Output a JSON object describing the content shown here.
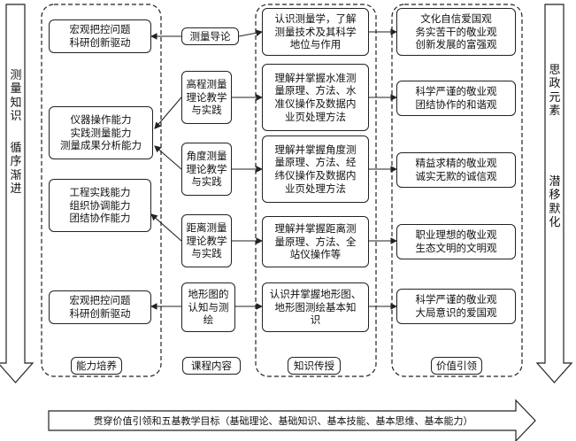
{
  "left_arrow": {
    "top": "测量知识",
    "bottom": "循序渐进"
  },
  "right_arrow": {
    "top": "思政元素",
    "bottom": "潜移默化"
  },
  "bottom_arrow": "贯穿价值引领和五基教学目标（基础理论、基础知识、基本技能、基本思维、基本能力）",
  "columns": {
    "ability": {
      "label": "能力培养",
      "items": [
        "宏观把控问题\n科研创新驱动",
        "仪器操作能力\n实践测量能力\n测量成果分析能力",
        "工程实践能力\n组织协调能力\n团结协作能力",
        "宏观把控问题\n科研创新驱动"
      ]
    },
    "course": {
      "label": "课程内容",
      "items": [
        "测量导论",
        "高程测量\n理论教学\n与实践",
        "角度测量\n理论教学\n与实践",
        "距离测量\n理论教学\n与实践",
        "地形图的\n认知与测\n绘"
      ]
    },
    "knowledge": {
      "label": "知识传授",
      "items": [
        "认识测量学，了解\n测量技术及其科学\n地位与作用",
        "理解并掌握水准测\n量原理、方法、水\n准仪操作及数据内\n业页处理方法",
        "理解并掌握角度测\n量原理、方法、经\n纬仪操作及数据内\n业页处理方法",
        "理解并掌握距离测\n量原理、方法、全\n站仪操作等",
        "认识并掌握地形图、\n地形图测绘基本知\n识"
      ]
    },
    "value": {
      "label": "价值引领",
      "items": [
        "文化自信爱国观\n务实苦干的敬业观\n创新发展的富强观",
        "科学严谨的敬业观\n团结协作的和谐观",
        "精益求精的敬业观\n诚实无欺的诚信观",
        "职业理想的敬业观\n生态文明的文明观",
        "科学严谨的敬业观\n大局意识的爱国观"
      ]
    }
  }
}
